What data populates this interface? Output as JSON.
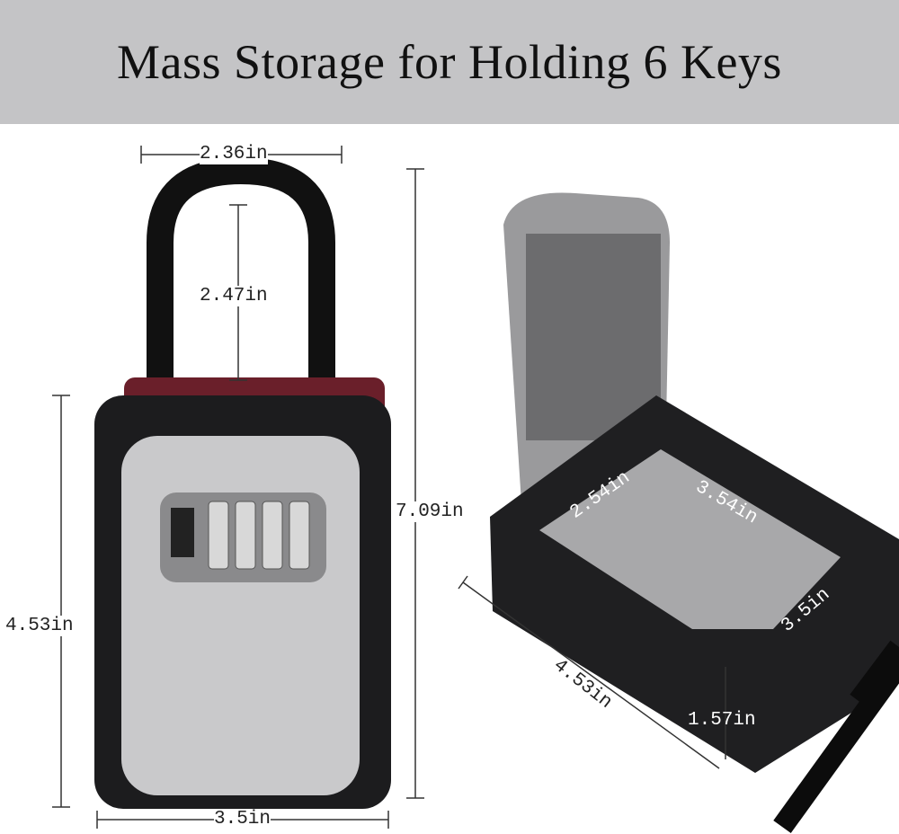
{
  "banner": {
    "title": "Mass Storage for Holding 6 Keys"
  },
  "dimensions": {
    "shackle_width": "2.36in",
    "shackle_height": "2.47in",
    "total_height": "7.09in",
    "body_height": "4.53in",
    "body_width": "3.5in",
    "inner_depth": "2.54in",
    "inner_length": "3.54in",
    "open_width": "3.5in",
    "open_length": "4.53in",
    "thickness": "1.57in"
  },
  "colors": {
    "banner": "#c4c4c6",
    "body": "#1c1c1e",
    "face": "#c9c9cb",
    "accent": "#6a1f2a"
  }
}
